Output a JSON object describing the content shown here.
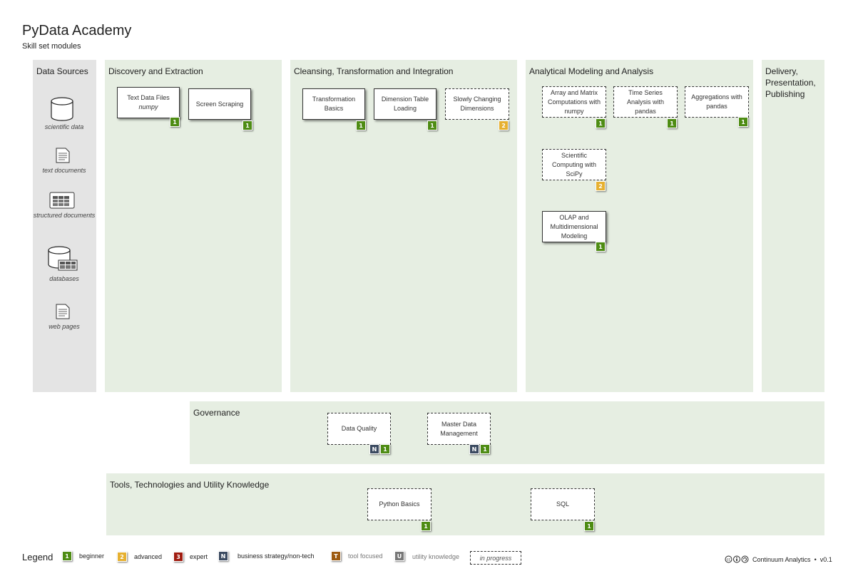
{
  "header": {
    "title": "PyData Academy",
    "subtitle": "Skill set modules"
  },
  "panels": {
    "data_sources": "Data Sources",
    "discovery": "Discovery and Extraction",
    "cleansing": "Cleansing, Transformation and Integration",
    "analytical": "Analytical Modeling and Analysis",
    "delivery": "Delivery, Presentation, Publishing",
    "governance": "Governance",
    "tools": "Tools, Technologies and Utility Knowledge"
  },
  "sources": [
    {
      "label": "scientific data",
      "icon": "database-icon"
    },
    {
      "label": "text documents",
      "icon": "document-icon"
    },
    {
      "label": "structured documents",
      "icon": "spreadsheet-icon"
    },
    {
      "label": "databases",
      "icon": "database-table-icon"
    },
    {
      "label": "web pages",
      "icon": "document-icon"
    }
  ],
  "modules": {
    "text_data_files": {
      "title": "Text Data Files",
      "sub": "numpy",
      "levels": [
        "1"
      ],
      "status": "done"
    },
    "screen_scraping": {
      "title": "Screen Scraping",
      "levels": [
        "1"
      ],
      "status": "done"
    },
    "transformation_basics": {
      "title": "Transformation Basics",
      "levels": [
        "1"
      ],
      "status": "done"
    },
    "dimension_table_loading": {
      "title": "Dimension Table Loading",
      "levels": [
        "1"
      ],
      "status": "done"
    },
    "slowly_changing_dimensions": {
      "title": "Slowly Changing Dimensions",
      "levels": [
        "2"
      ],
      "status": "in progress"
    },
    "array_matrix": {
      "title": "Array and Matrix Computations with numpy",
      "levels": [
        "1"
      ],
      "status": "in progress"
    },
    "time_series": {
      "title": "Time Series Analysis with pandas",
      "levels": [
        "1"
      ],
      "status": "in progress"
    },
    "aggregations": {
      "title": "Aggregations with pandas",
      "levels": [
        "1"
      ],
      "status": "in progress"
    },
    "scientific_computing": {
      "title": "Scientific Computing with SciPy",
      "levels": [
        "2"
      ],
      "status": "in progress"
    },
    "olap": {
      "title": "OLAP and Multidimensional Modeling",
      "levels": [
        "1"
      ],
      "status": "done"
    },
    "data_quality": {
      "title": "Data Quality",
      "levels": [
        "N",
        "1"
      ],
      "status": "in progress"
    },
    "master_data": {
      "title": "Master Data Management",
      "levels": [
        "N",
        "1"
      ],
      "status": "in progress"
    },
    "python_basics": {
      "title": "Python Basics",
      "levels": [
        "1"
      ],
      "status": "in progress"
    },
    "sql": {
      "title": "SQL",
      "levels": [
        "1"
      ],
      "status": "in progress"
    }
  },
  "legend": {
    "title": "Legend",
    "items": [
      {
        "badge": "1",
        "label": "beginner"
      },
      {
        "badge": "2",
        "label": "advanced"
      },
      {
        "badge": "3",
        "label": "expert"
      },
      {
        "badge": "N",
        "label": "business strategy/non-tech"
      },
      {
        "badge": "T",
        "label": "tool focused"
      },
      {
        "badge": "U",
        "label": "utility knowledge"
      }
    ],
    "in_progress": "in progress"
  },
  "footer": {
    "license_icon": "cc-by-sa-icon",
    "credit": "Continuum Analytics",
    "version": "v0.1"
  },
  "colors": {
    "panel": "#e6eee2",
    "source_panel": "#e4e4e4",
    "beginner": "#4e8c14",
    "advanced": "#e6b030",
    "expert": "#a01c10",
    "non_tech": "#3b4a60",
    "tool": "#9c5a10",
    "utility": "#777777"
  }
}
